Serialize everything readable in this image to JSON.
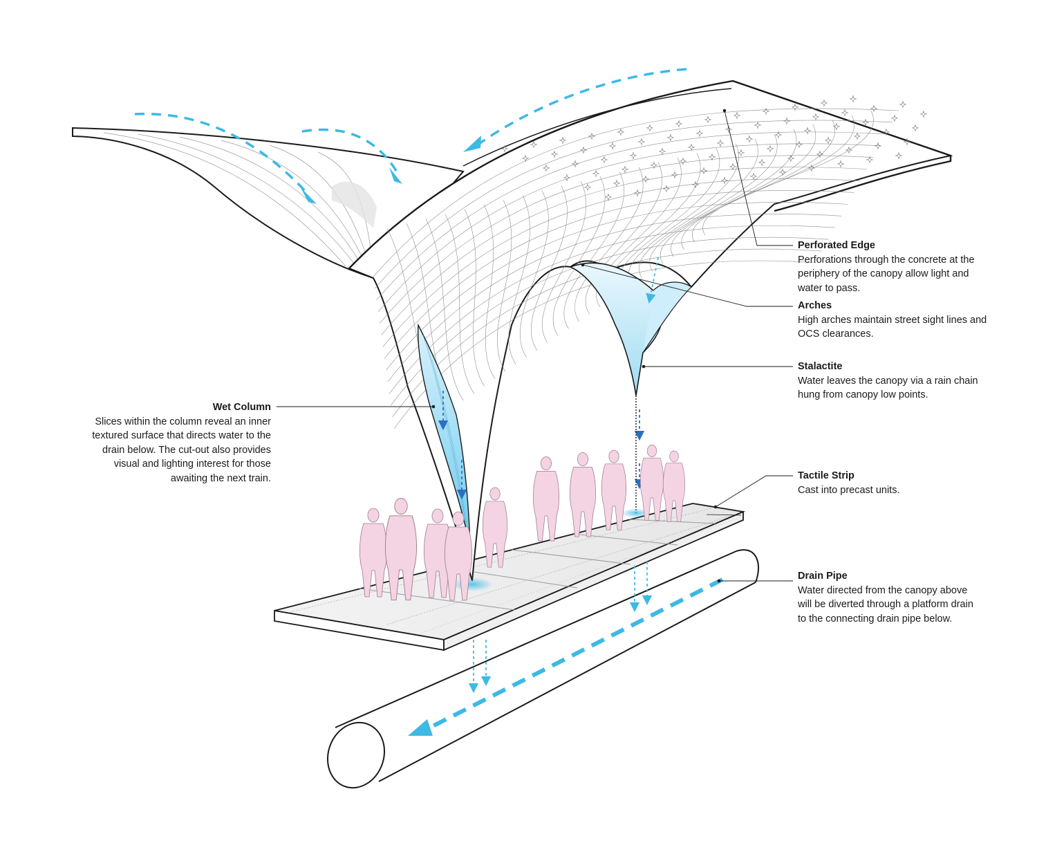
{
  "palette": {
    "water": "#3db9e6",
    "water_dark": "#2b6fc0",
    "people": "#f4d3e3",
    "people_stroke": "#9e7b8b",
    "line": "#1a1a1a",
    "canopy_lines": "#8a8a8a"
  },
  "labels": {
    "perforated_edge": {
      "title": "Perforated Edge",
      "text": "Perforations through the concrete at the\nperiphery of the canopy allow light and\nwater to pass."
    },
    "arches": {
      "title": "Arches",
      "text": "High arches maintain street sight lines and\nOCS clearances."
    },
    "stalactite": {
      "title": "Stalactite",
      "text": "Water leaves the canopy via a rain chain\nhung from canopy low points."
    },
    "wet_column": {
      "title": "Wet Column",
      "text": "Slices within the column reveal an inner\ntextured surface that directs water to the\ndrain below.  The cut-out also provides\nvisual and lighting interest for those\nawaiting the next train."
    },
    "tactile_strip": {
      "title": "Tactile Strip",
      "text": "Cast into precast units."
    },
    "drain_pipe": {
      "title": "Drain Pipe",
      "text": "Water directed from the canopy above\nwill be diverted through a platform drain\nto the connecting drain pipe below."
    }
  }
}
